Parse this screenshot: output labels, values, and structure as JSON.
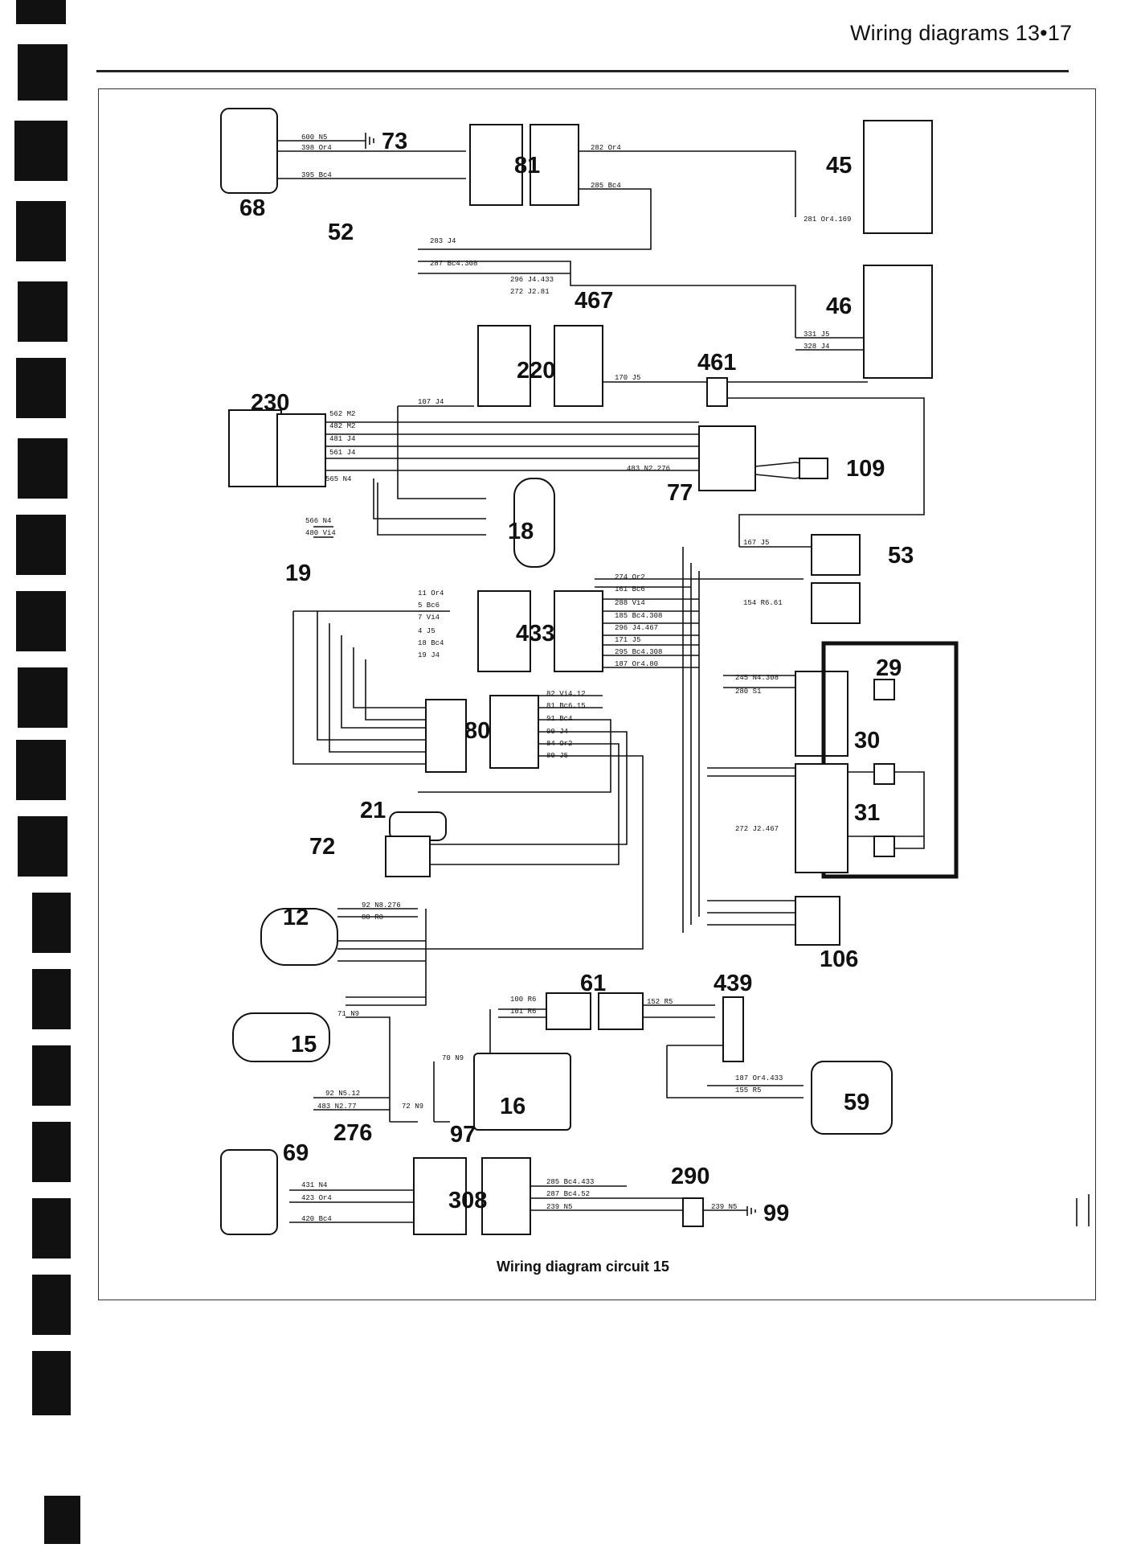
{
  "header": {
    "title": "Wiring diagrams 13•17"
  },
  "caption": "Wiring diagram circuit 15",
  "components": [
    {
      "id": "68"
    },
    {
      "id": "73"
    },
    {
      "id": "81"
    },
    {
      "id": "45"
    },
    {
      "id": "52"
    },
    {
      "id": "467"
    },
    {
      "id": "46"
    },
    {
      "id": "220"
    },
    {
      "id": "461"
    },
    {
      "id": "230"
    },
    {
      "id": "109"
    },
    {
      "id": "77"
    },
    {
      "id": "18"
    },
    {
      "id": "19"
    },
    {
      "id": "53"
    },
    {
      "id": "433"
    },
    {
      "id": "29"
    },
    {
      "id": "30"
    },
    {
      "id": "80"
    },
    {
      "id": "31"
    },
    {
      "id": "21"
    },
    {
      "id": "72"
    },
    {
      "id": "12"
    },
    {
      "id": "106"
    },
    {
      "id": "61"
    },
    {
      "id": "439"
    },
    {
      "id": "15"
    },
    {
      "id": "16"
    },
    {
      "id": "59"
    },
    {
      "id": "276"
    },
    {
      "id": "97"
    },
    {
      "id": "69"
    },
    {
      "id": "290"
    },
    {
      "id": "308"
    },
    {
      "id": "99"
    }
  ],
  "wire_labels": [
    "600 N5",
    "398 Or4",
    "395 Bc4",
    "282 Or4",
    "285 Bc4",
    "281 Or4.169",
    "283 J4",
    "287 Bc4.308",
    "296 J4.433",
    "272 J2.81",
    "331 J5",
    "328 J4",
    "170 J5",
    "107 J4",
    "562 M2",
    "482 M2",
    "481 J4",
    "561 J4",
    "565 N4",
    "483 N2.276",
    "566 N4",
    "480 Vi4",
    "167 J5",
    "274 Or2",
    "161 Bc6",
    "288 Vi4",
    "185 Bc4.308",
    "296 J4.467",
    "171 J5",
    "295 Bc4.308",
    "187 Or4.80",
    "154 R6.61",
    "11 Or4",
    "5 Bc6",
    "7 Vi4",
    "4 J5",
    "18 Bc4",
    "19 J4",
    "245 N4.308",
    "280 S1",
    "82 Vi4.12",
    "81 Bc6.15",
    "91 Bc4",
    "90 J4",
    "84 Or2",
    "80 J5",
    "272 J2.467",
    "92 N8.276",
    "88 R8",
    "100 R6",
    "101 R6",
    "152 R5",
    "71 N9",
    "70 N9",
    "92 N5.12",
    "483 N2.77",
    "72 N9",
    "187 Or4.433",
    "155 R5",
    "431 N4",
    "423 Or4",
    "420 Bc4",
    "285 Bc4.433",
    "287 Bc4.52",
    "239 N5",
    "239 N5"
  ]
}
